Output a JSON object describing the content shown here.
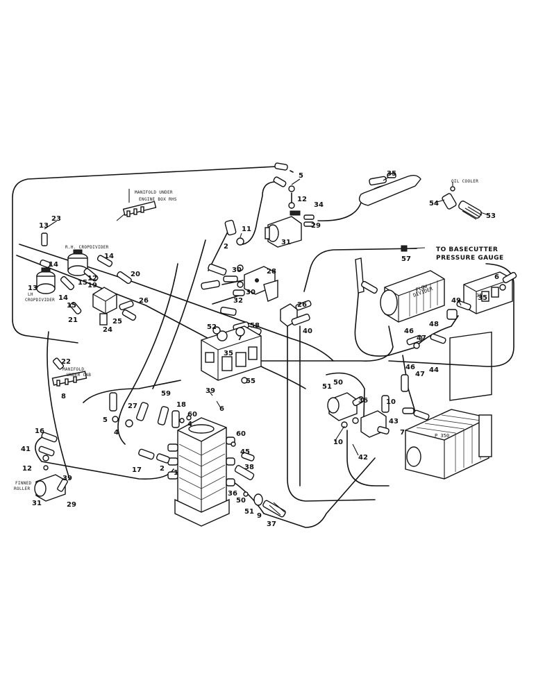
{
  "notes": {
    "manifold_rhs_1": "MANIFOLD UNDER",
    "manifold_rhs_2": "ENGINE BOX RHS",
    "rh_cropdivider": "R.H. CROPDIVIDER",
    "lh_cropdivider_1": "LH",
    "lh_cropdivider_2": "CROPDIVIDER",
    "manifold_cab_1": "MANIFOLD",
    "manifold_cab_2": "UNDER CAB",
    "oil_cooler": "OIL COOLER",
    "basecutter_1": "TO BASECUTTER",
    "basecutter_2": "PRESSURE GAUGE",
    "flow_divider_1": "FLOW",
    "flow_divider_2": "DIVIDER",
    "finned_roller_1": "FINNED",
    "finned_roller_2": "ROLLER",
    "pump": "P 350",
    "valve_tag": "35"
  },
  "callouts": {
    "c1": "1",
    "c2a": "2",
    "c2b": "2",
    "c4a": "4",
    "c4b": "4",
    "c5a": "5",
    "c5b": "5",
    "c6a": "6",
    "c6b": "6",
    "c7a": "7",
    "c7b": "7",
    "c8": "8",
    "c9": "9",
    "c10a": "10",
    "c10b": "10",
    "c11": "11",
    "c12a": "12",
    "c12b": "12",
    "c12c": "12",
    "c13a": "13",
    "c13b": "13",
    "c14a": "14",
    "c14b": "14",
    "c14c": "14",
    "c15a": "15",
    "c15b": "15",
    "c16": "16",
    "c17": "17",
    "c18": "18",
    "c19": "19",
    "c20": "20",
    "c21": "21",
    "c22": "22",
    "c23": "23",
    "c24": "24",
    "c25": "25",
    "c26a": "26",
    "c26b": "26",
    "c27": "27",
    "c28": "28",
    "c29a": "29",
    "c29b": "29",
    "c30a": "30",
    "c30b": "30",
    "c31a": "31",
    "c31b": "31",
    "c32": "32",
    "c34": "34",
    "c35a": "35",
    "c35b": "35",
    "c35c": "35",
    "c36a": "36",
    "c36b": "36",
    "c37": "37",
    "c38": "38",
    "c39a": "39",
    "c39b": "39",
    "c40": "40",
    "c41": "41",
    "c42": "42",
    "c43": "43",
    "c44": "44",
    "c45": "45",
    "c46a": "46",
    "c46b": "46",
    "c47a": "47",
    "c47b": "47",
    "c48": "48",
    "c49": "49",
    "c50a": "50",
    "c50b": "50",
    "c51a": "51",
    "c51b": "51",
    "c52": "52",
    "c53": "53",
    "c54": "54",
    "c55": "55",
    "c57": "57",
    "c58": "58",
    "c59": "59",
    "c60a": "60",
    "c60b": "60"
  }
}
